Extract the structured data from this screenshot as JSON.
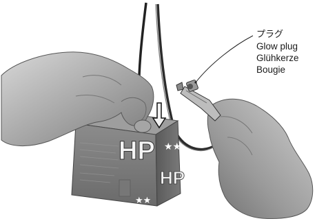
{
  "callout": {
    "japanese": "プラグ",
    "english": "Glow plug",
    "german": "Glühkerze",
    "french": "Bougie"
  },
  "box": {
    "front_logo": "HP",
    "side_logo": "HP"
  }
}
